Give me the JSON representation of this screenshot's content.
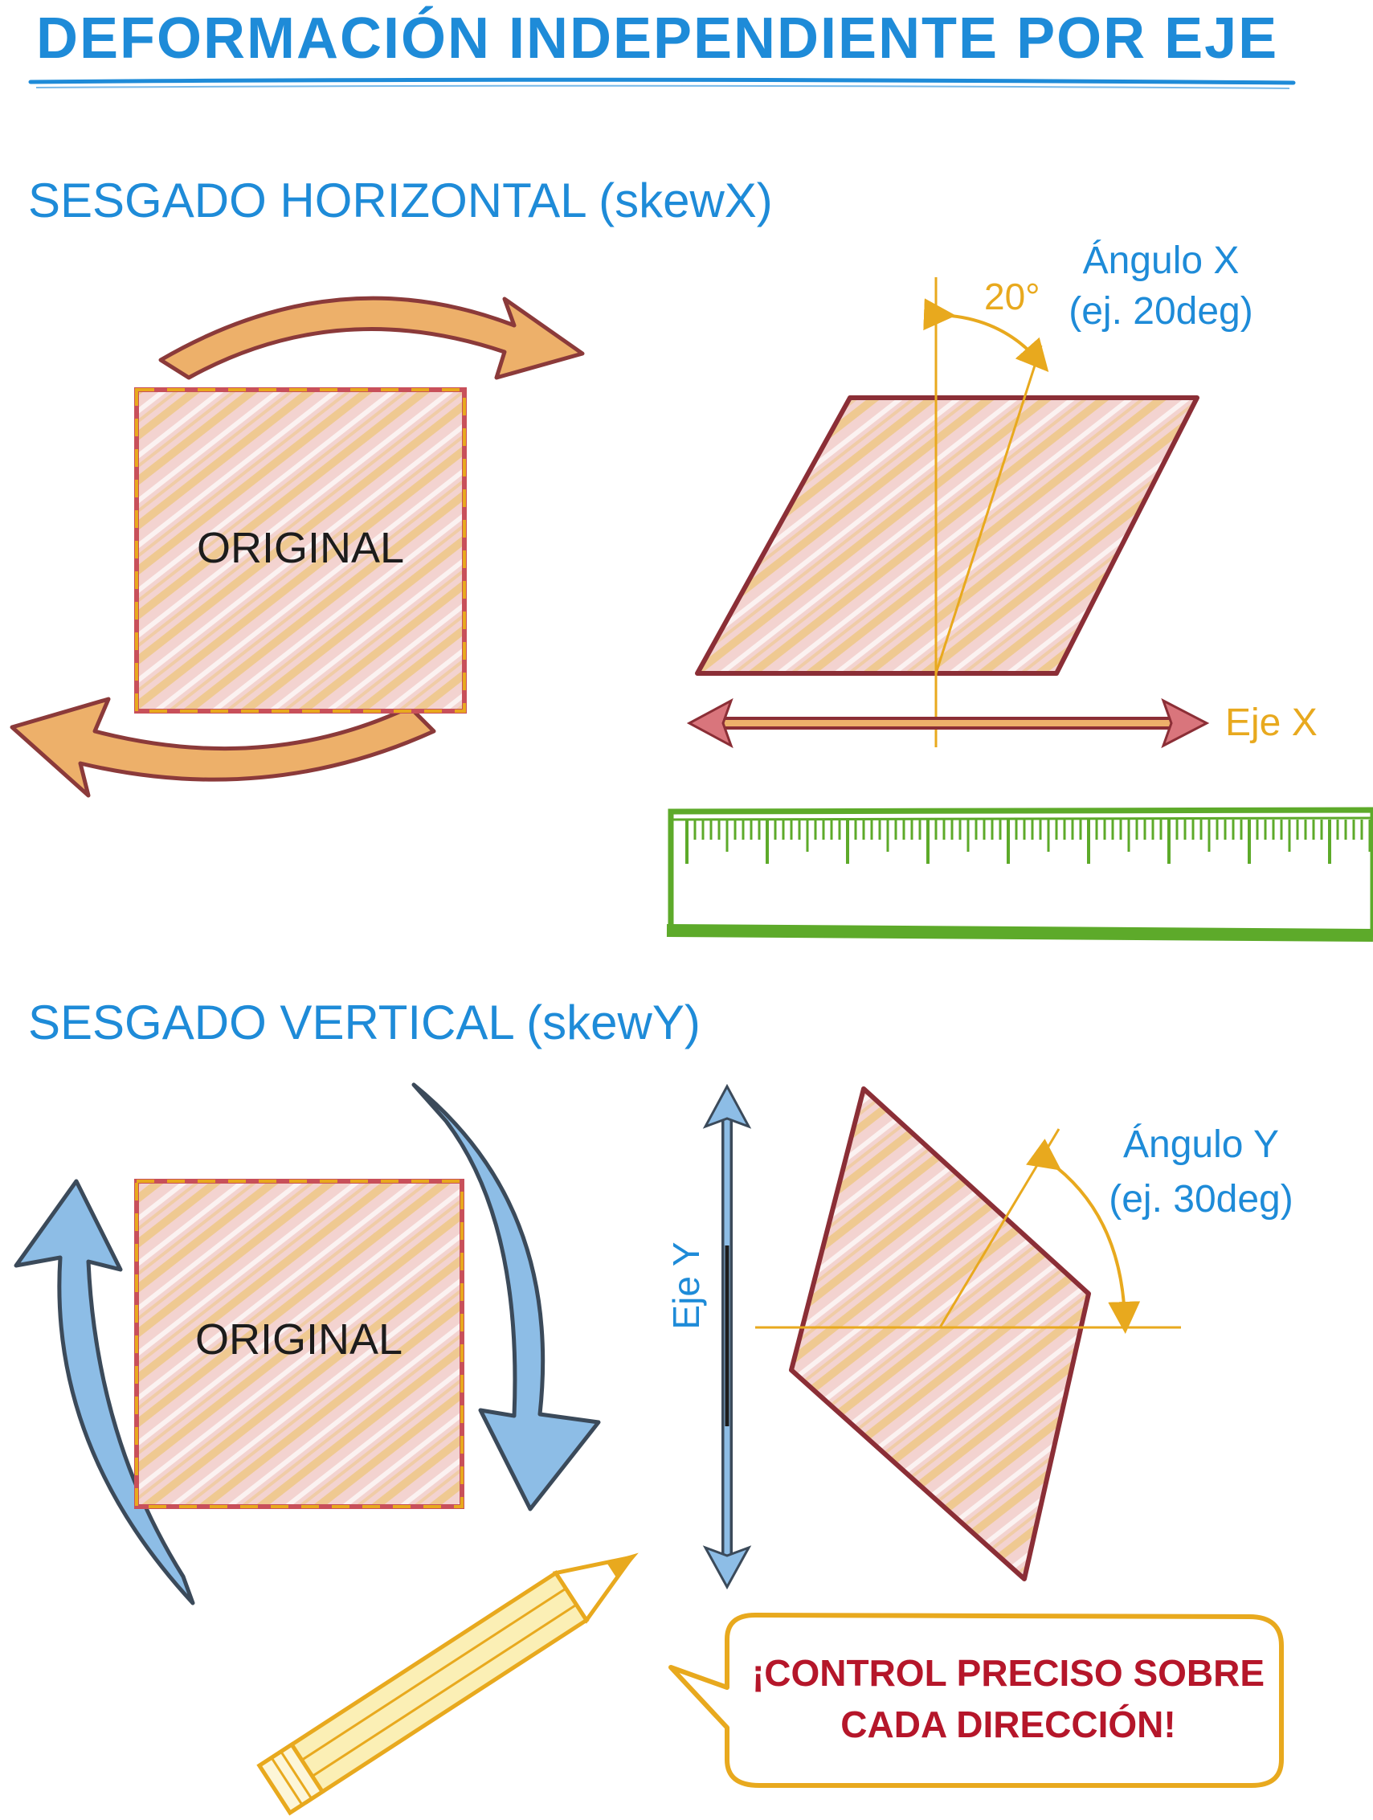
{
  "title": "DEFORMACIÓN INDEPENDIENTE POR EJE",
  "section_x": {
    "heading": "SESGADO HORIZONTAL (skewX)",
    "original_label": "ORIGINAL",
    "angle_value": "20°",
    "angle_label_line1": "Ángulo X",
    "angle_label_line2": "(ej. 20deg)",
    "axis_label": "Eje X",
    "skew_deg": 20
  },
  "section_y": {
    "heading": "SESGADO VERTICAL (skewY)",
    "original_label": "ORIGINAL",
    "angle_label_line1": "Ángulo Y",
    "angle_label_line2": "(ej. 30deg)",
    "axis_label": "Eje Y",
    "skew_deg": 30
  },
  "callout": {
    "line1": "¡CONTROL PRECISO SOBRE",
    "line2": "CADA DIRECCIÓN!"
  },
  "colors": {
    "title_blue": "#1E8BD8",
    "gold": "#E8A91E",
    "outline_red": "#C8505A",
    "fill_pink": "#F0C6C4",
    "fill_gold": "#EBC57A",
    "arrow_orange": "#EDB06A",
    "arrow_blue": "#8DBDE6",
    "ruler_green": "#5DAA2A",
    "callout_red": "#B5162A"
  },
  "icons": [
    "curved-arrow-icon",
    "ruler-icon",
    "pencil-icon",
    "speech-bubble-icon"
  ]
}
